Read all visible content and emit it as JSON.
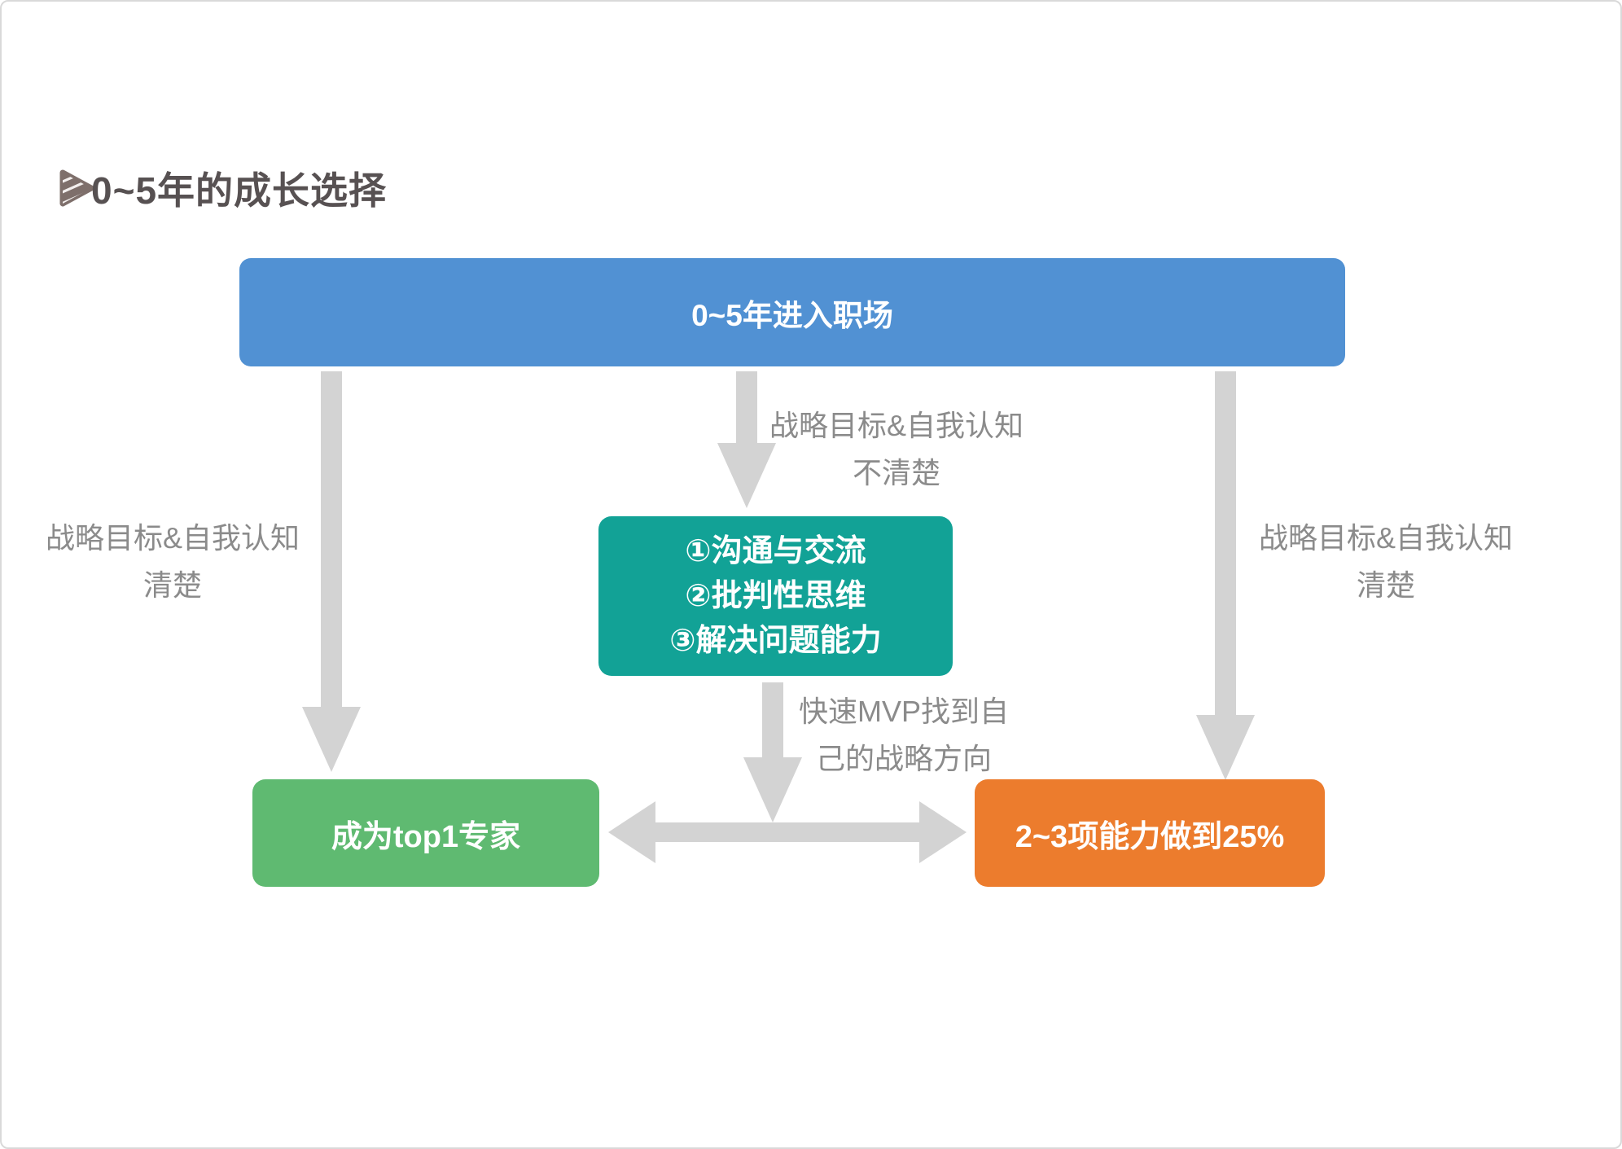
{
  "title": {
    "text": "0~5年的成长选择",
    "icon": "play-triangle-icon"
  },
  "colors": {
    "top_box": "#5191d3",
    "middle_box": "#12a296",
    "left_box": "#5fba71",
    "right_box": "#ec7c2d",
    "arrow": "#d3d3d3",
    "edge_label_text": "#8b8b8b",
    "title_text": "#575152",
    "node_text": "#ffffff"
  },
  "flowchart": {
    "top_box": {
      "label": "0~5年进入职场"
    },
    "middle_box": {
      "lines": [
        "①沟通与交流",
        "②批判性思维",
        "③解决问题能力"
      ]
    },
    "left_box": {
      "label": "成为top1专家"
    },
    "right_box": {
      "label": "2~3项能力做到25%"
    },
    "edges": {
      "left": {
        "line1": "战略目标&自我认知",
        "line2": "清楚"
      },
      "middle_top": {
        "line1": "战略目标&自我认知",
        "line2": "不清楚"
      },
      "middle_bottom": {
        "line1": "快速MVP找到自",
        "line2": "己的战略方向"
      },
      "right": {
        "line1": "战略目标&自我认知",
        "line2": "清楚"
      }
    }
  }
}
